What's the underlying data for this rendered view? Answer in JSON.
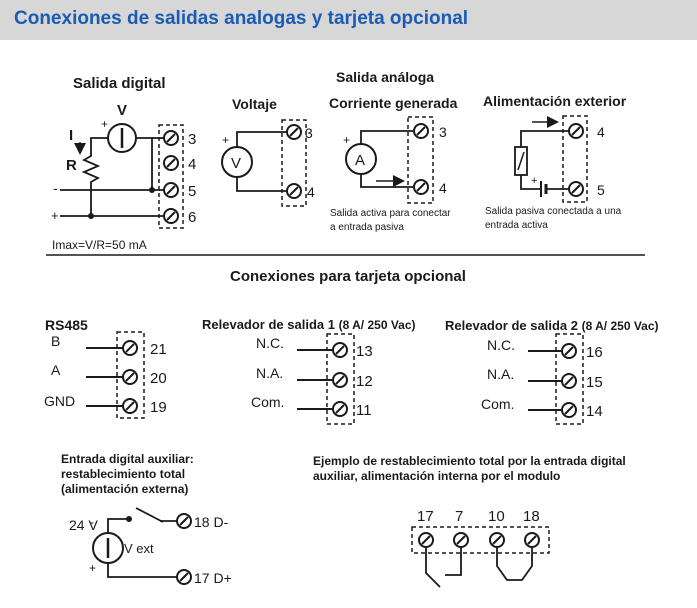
{
  "page_title": "Conexiones de salidas analogas y tarjeta opcional",
  "digital_output": {
    "heading": "Salida digital",
    "v_label": "V",
    "i_label": "I",
    "r_label": "R",
    "minus": "-",
    "plus": "+",
    "meter_plus": "+",
    "terminals": [
      "3",
      "4",
      "5",
      "6"
    ],
    "formula": "Imax=V/R=50 mA"
  },
  "analog_output": {
    "heading": "Salida análoga",
    "voltage": {
      "title": "Voltaje",
      "meter": "V",
      "plus": "+",
      "terminals": [
        "3",
        "4"
      ]
    },
    "current_generated": {
      "title": "Corriente generada",
      "meter": "A",
      "plus": "+",
      "terminals": [
        "3",
        "4"
      ],
      "note_line1": "Salida activa para conectar",
      "note_line2": "a entrada pasiva"
    },
    "external_supply": {
      "title": "Alimentación exterior",
      "plus": "+",
      "terminals": [
        "4",
        "5"
      ],
      "note_line1": "Salida pasiva conectada a una",
      "note_line2": "entrada activa"
    }
  },
  "option_card": {
    "heading": "Conexiones para tarjeta opcional",
    "rs485": {
      "title": "RS485",
      "labels": [
        "B",
        "A",
        "GND"
      ],
      "terminals": [
        "21",
        "20",
        "19"
      ]
    },
    "relay1": {
      "title": "Relevador de salida 1",
      "rating": "(8 A/ 250 Vac)",
      "labels": [
        "N.C.",
        "N.A.",
        "Com."
      ],
      "terminals": [
        "13",
        "12",
        "11"
      ]
    },
    "relay2": {
      "title": "Relevador de salida 2",
      "rating": "(8 A/ 250 Vac)",
      "labels": [
        "N.C.",
        "N.A.",
        "Com."
      ],
      "terminals": [
        "16",
        "15",
        "14"
      ]
    },
    "aux_input": {
      "line1": "Entrada digital auxiliar:",
      "line2": "restablecimiento total",
      "line3": "(alimentación externa)",
      "voltage": "24 V",
      "meter": "V ext",
      "minus": "-",
      "plus": "+",
      "term_top": "18 D-",
      "term_bottom": "17 D+"
    },
    "reset_example": {
      "line1": "Ejemplo de restablecimiento total por la entrada digital",
      "line2": "auxiliar, alimentación interna por el modulo",
      "terminals": [
        "17",
        "7",
        "10",
        "18"
      ]
    }
  }
}
